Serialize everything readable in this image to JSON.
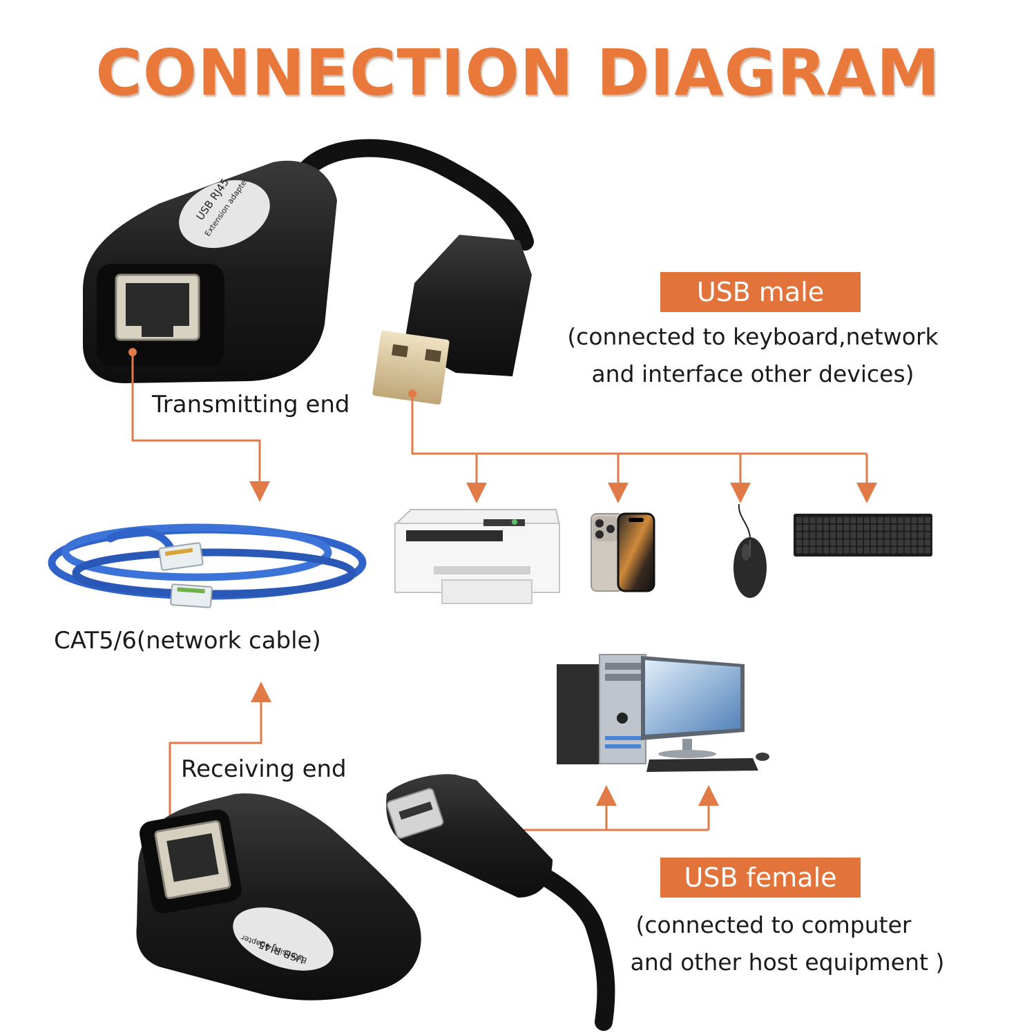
{
  "title": "CONNECTION DIAGRAM",
  "colors": {
    "accent": "#e8793a",
    "badge": "#e2733a",
    "arrow": "#e07b48",
    "device": "#1c1c1c",
    "cable": "#2f63c9"
  },
  "adapter_top": {
    "sticker_line1": "USB RJ45",
    "sticker_line2": "Extension adapter"
  },
  "adapter_bottom": {
    "sticker_line1": "USB RJ45",
    "sticker_line2": "Extension adapter"
  },
  "labels": {
    "transmitting_end": "Transmitting end",
    "receiving_end": "Receiving end",
    "cable": "CAT5/6(network cable)"
  },
  "usb_male": {
    "badge": "USB male",
    "description_line1": "(connected to keyboard,network",
    "description_line2": "and interface other devices)"
  },
  "usb_female": {
    "badge": "USB  female",
    "description_line1": "(connected to computer",
    "description_line2": "and other host equipment )"
  },
  "devices": [
    {
      "name": "printer",
      "icon": "printer-icon"
    },
    {
      "name": "phone",
      "icon": "smartphone-icon"
    },
    {
      "name": "mouse",
      "icon": "mouse-icon"
    },
    {
      "name": "keyboard",
      "icon": "keyboard-icon"
    }
  ],
  "host": {
    "icon": "desktop-computer-icon"
  }
}
